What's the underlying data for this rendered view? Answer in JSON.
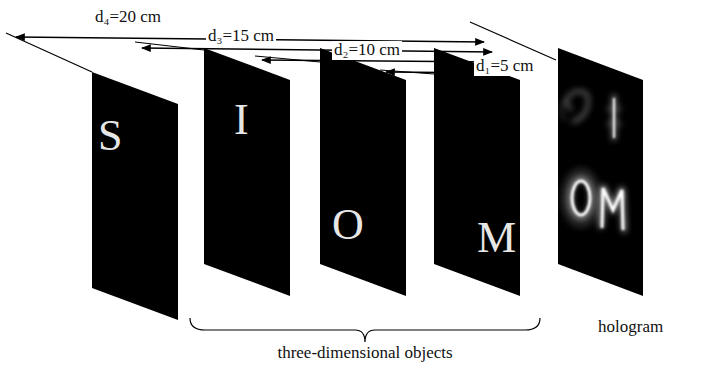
{
  "diagram": {
    "nodes": [
      {
        "text": [
          "S"
        ]
      },
      {
        "text": [
          "I"
        ]
      },
      {
        "text": [
          "O"
        ]
      },
      {
        "text": [
          "M"
        ]
      }
    ],
    "labels": [
      "d₄=20 cm",
      "d₃=15 cm",
      "d₂=10 cm",
      "d₁=5 cm",
      "three-dimensional objects",
      "hologram"
    ]
  }
}
